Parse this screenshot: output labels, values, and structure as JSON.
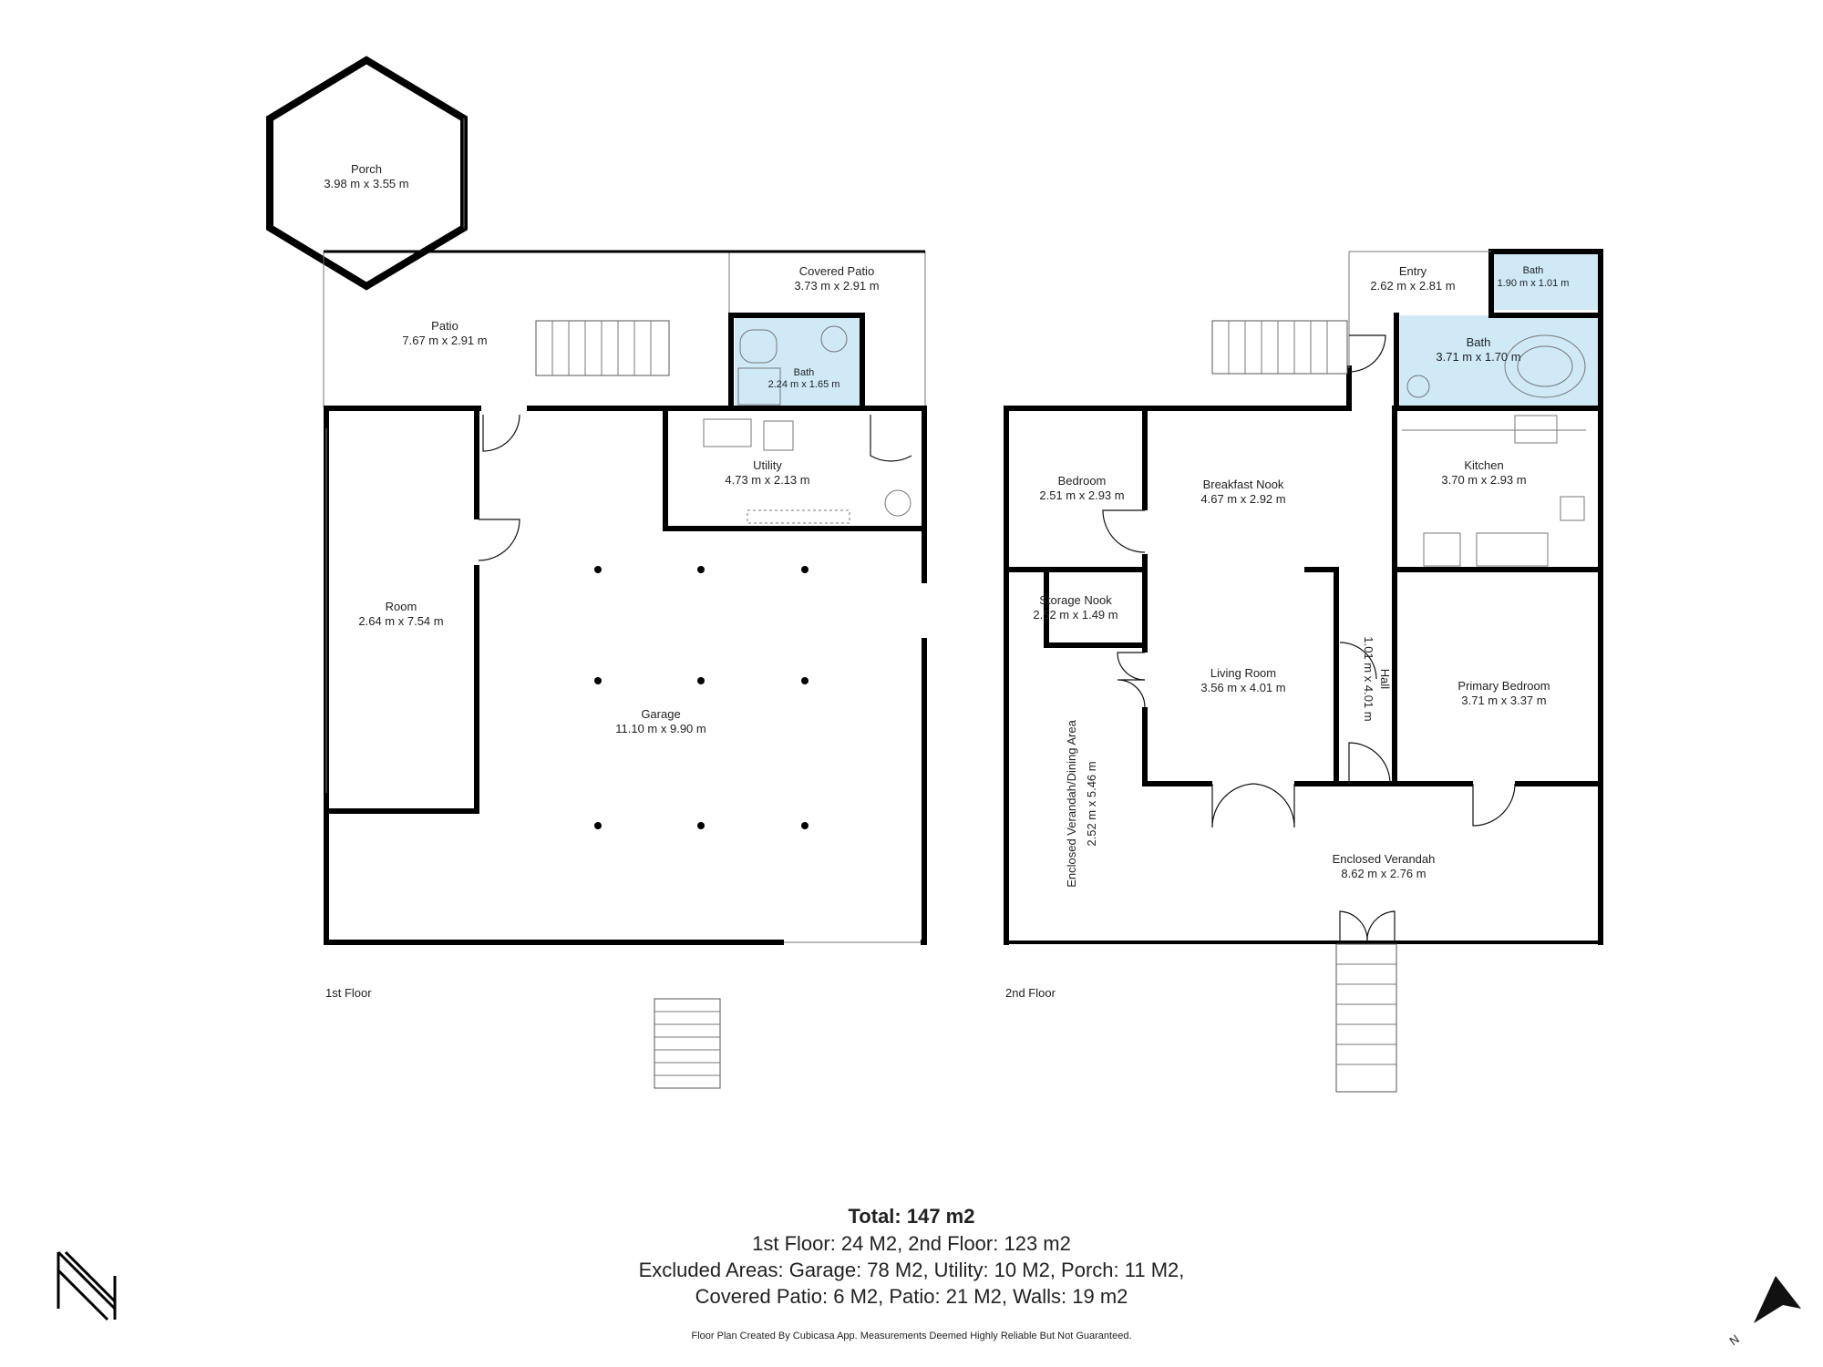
{
  "floors": {
    "first": "1st Floor",
    "second": "2nd Floor"
  },
  "rooms": {
    "porch": {
      "name": "Porch",
      "dims": "3.98 m x 3.55 m"
    },
    "patio": {
      "name": "Patio",
      "dims": "7.67 m x 2.91 m"
    },
    "covered_patio": {
      "name": "Covered Patio",
      "dims": "3.73 m x 2.91 m"
    },
    "bath_1": {
      "name": "Bath",
      "dims": "2.24 m x 1.65 m"
    },
    "utility": {
      "name": "Utility",
      "dims": "4.73 m x 2.13 m"
    },
    "room": {
      "name": "Room",
      "dims": "2.64 m x 7.54 m"
    },
    "garage": {
      "name": "Garage",
      "dims": "11.10 m x 9.90 m"
    },
    "entry": {
      "name": "Entry",
      "dims": "2.62 m x 2.81 m"
    },
    "bath_small": {
      "name": "Bath",
      "dims": "1.90 m x 1.01 m"
    },
    "bath_2": {
      "name": "Bath",
      "dims": "3.71 m x 1.70 m"
    },
    "bedroom": {
      "name": "Bedroom",
      "dims": "2.51 m x 2.93 m"
    },
    "breakfast_nook": {
      "name": "Breakfast Nook",
      "dims": "4.67 m x 2.92 m"
    },
    "kitchen": {
      "name": "Kitchen",
      "dims": "3.70 m x 2.93 m"
    },
    "storage_nook": {
      "name": "Storage Nook",
      "dims": "2.52 m x 1.49 m"
    },
    "living_room": {
      "name": "Living Room",
      "dims": "3.56 m x 4.01 m"
    },
    "hall": {
      "name": "Hall",
      "dims": "1.01 m x 4.01 m"
    },
    "primary_bedroom": {
      "name": "Primary Bedroom",
      "dims": "3.71 m x 3.37 m"
    },
    "enclosed_verandah_dining": {
      "name": "Enclosed Verandah/Dining Area",
      "dims": "2.52 m x 5.46 m"
    },
    "enclosed_verandah": {
      "name": "Enclosed Verandah",
      "dims": "8.62 m x 2.76 m"
    }
  },
  "summary": {
    "total": "Total: 147 m2",
    "line1": "1st Floor: 24 M2, 2nd Floor: 123 m2",
    "line2": "Excluded Areas: Garage: 78 M2, Utility: 10 M2, Porch: 11 M2,",
    "line3": "Covered Patio: 6 M2, Patio: 21 M2, Walls: 19 m2"
  },
  "credit": "Floor Plan Created By Cubicasa App. Measurements Deemed Highly Reliable But Not Guaranteed.",
  "compass_letter": "N",
  "colors": {
    "wall": "#000000",
    "bath_fill": "#cfe9f7"
  }
}
